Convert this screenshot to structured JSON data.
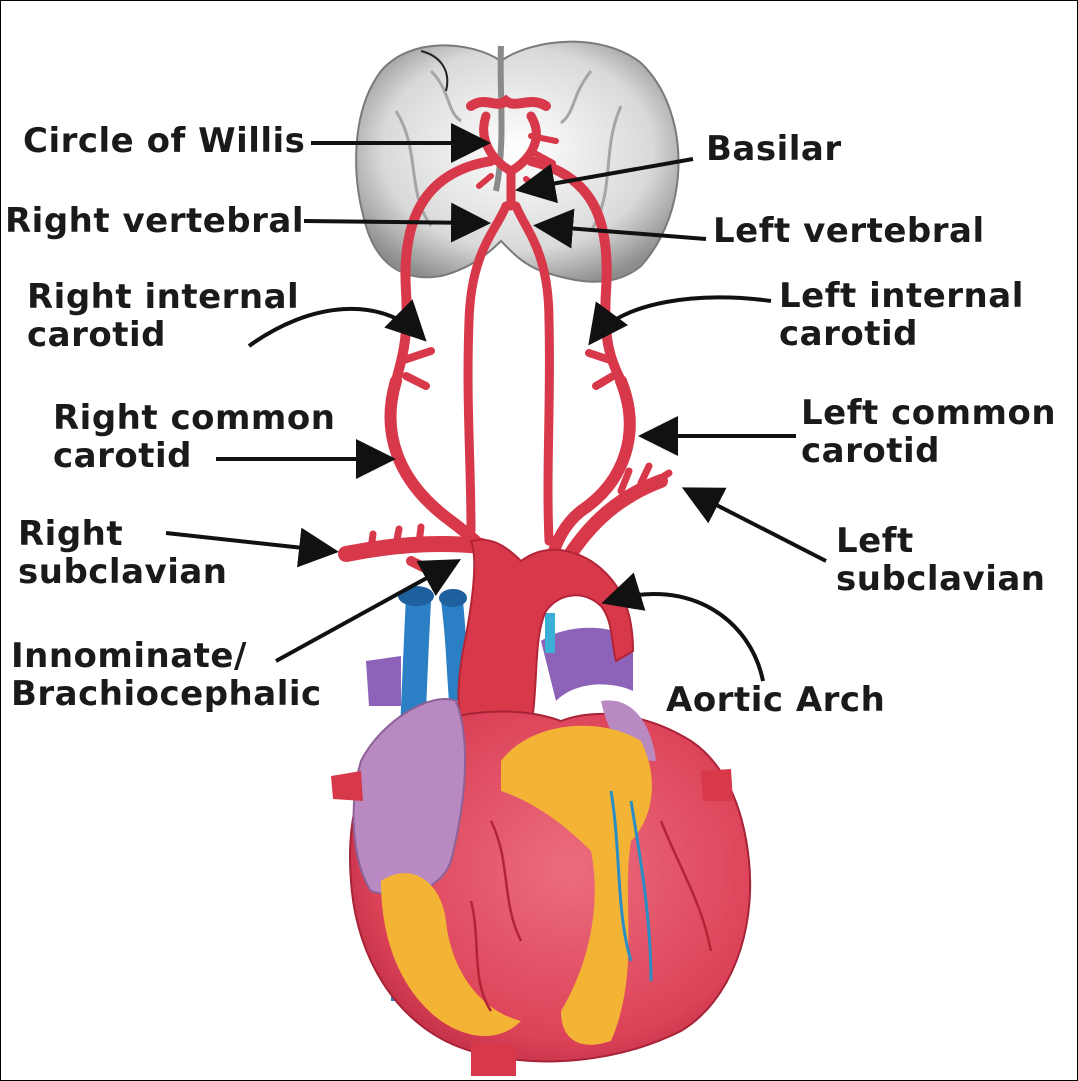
{
  "labels": {
    "circle_of_willis": "Circle of Willis",
    "basilar": "Basilar",
    "right_vertebral": "Right vertebral",
    "left_vertebral": "Left vertebral",
    "right_internal_carotid": [
      "Right internal",
      "carotid"
    ],
    "left_internal_carotid": [
      "Left internal",
      "carotid"
    ],
    "right_common_carotid": [
      "Right common",
      "carotid"
    ],
    "left_common_carotid": [
      "Left common",
      "carotid"
    ],
    "right_subclavian": [
      "Right",
      "subclavian"
    ],
    "left_subclavian": [
      "Left",
      "subclavian"
    ],
    "innominate": [
      "Innominate/",
      "Brachiocephalic"
    ],
    "aortic_arch": "Aortic Arch"
  },
  "colors": {
    "artery": "#d8394a",
    "artery_dark": "#b32437",
    "vein_blue": "#2b7fc4",
    "vein_purple": "#8c63b8",
    "heart_red": "#e0485e",
    "atrium_lilac": "#b98ac2",
    "fat_yellow": "#f3b435",
    "brain_gray": "#9a9a9a",
    "label_text": "#1a1a1a"
  }
}
